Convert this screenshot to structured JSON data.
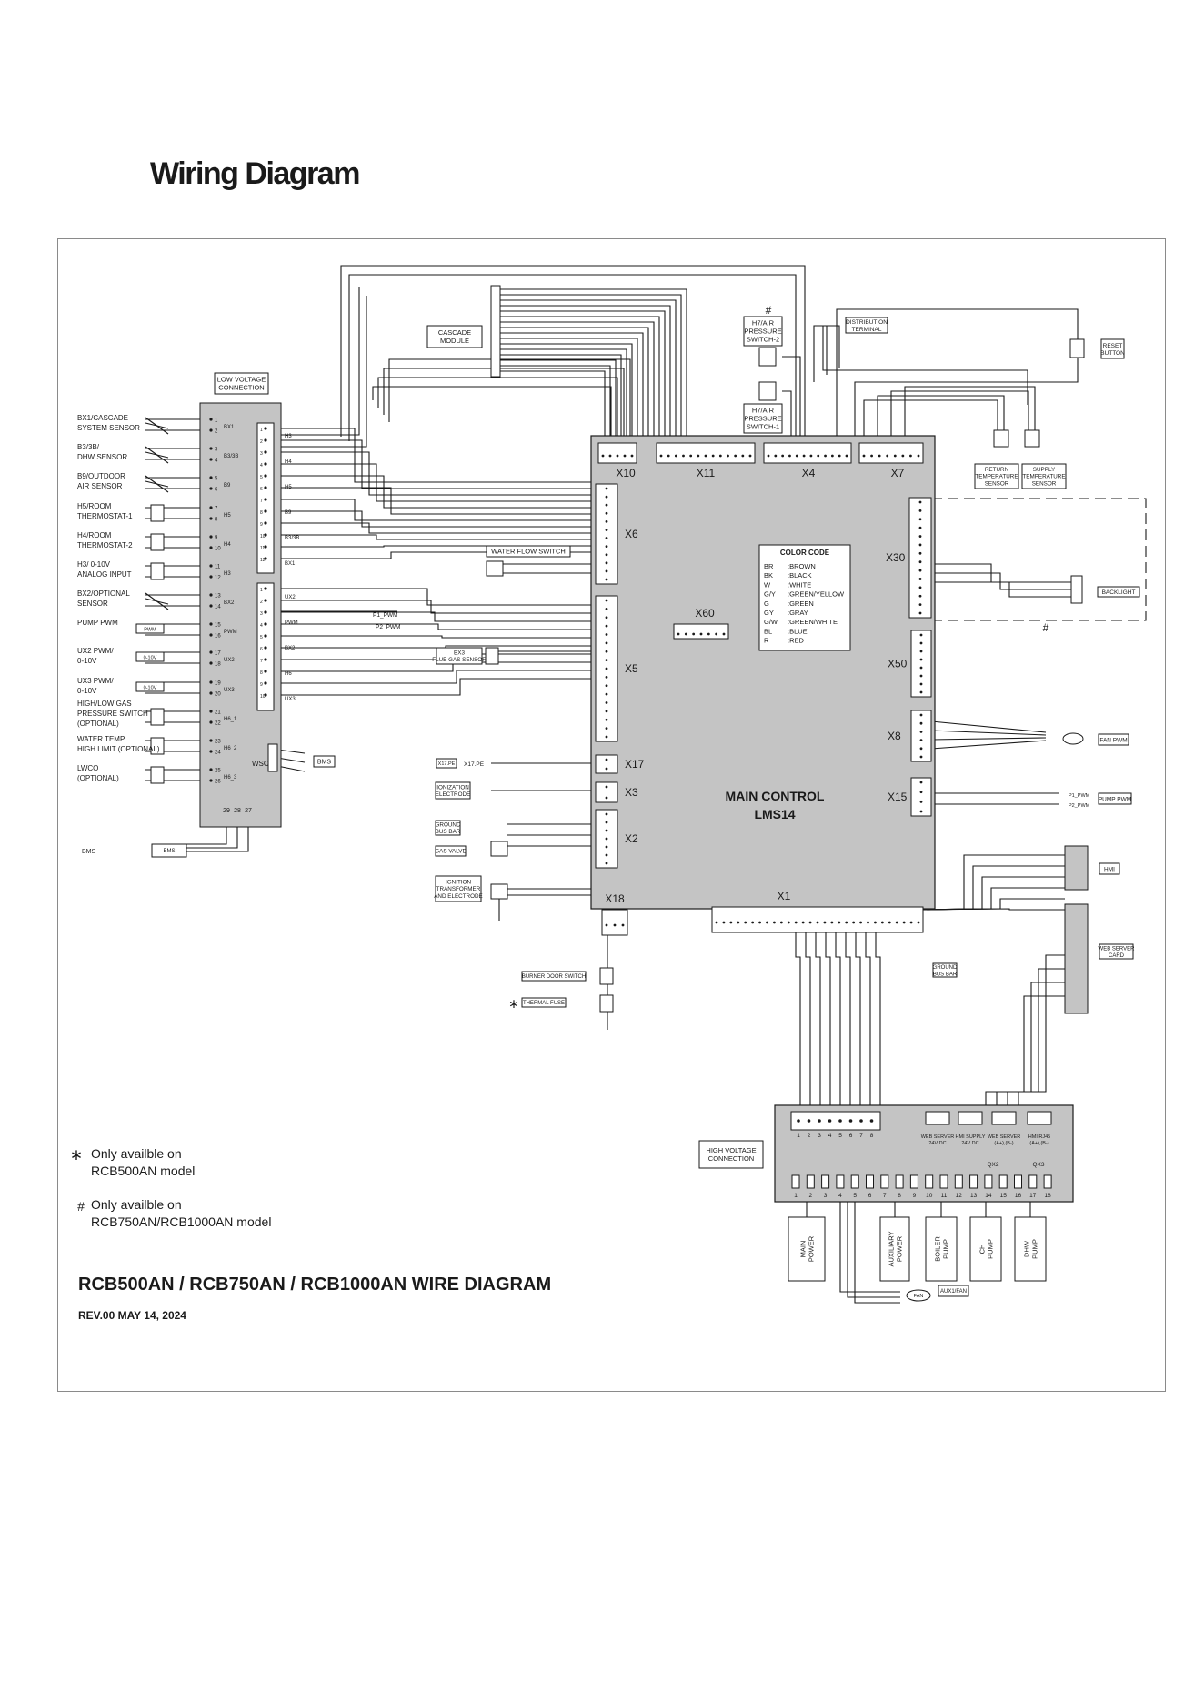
{
  "page": {
    "title": "Wiring Diagram"
  },
  "low_voltage": {
    "header": [
      "LOW VOLTAGE",
      "CONNECTION"
    ],
    "sensors": [
      [
        "BX1/CASCADE",
        "SYSTEM SENSOR"
      ],
      [
        "B3/3B/",
        "DHW SENSOR"
      ],
      [
        "B9/OUTDOOR",
        "AIR SENSOR"
      ],
      [
        "H5/ROOM",
        "THERMOSTAT-1"
      ],
      [
        "H4/ROOM",
        "THERMOSTAT-2"
      ],
      [
        "H3/ 0-10V",
        "ANALOG INPUT"
      ],
      [
        "BX2/OPTIONAL",
        "SENSOR"
      ],
      [
        "PUMP PWM"
      ],
      [
        "UX2 PWM/",
        "0-10V"
      ],
      [
        "UX3 PWM/",
        "0-10V"
      ],
      [
        "HIGH/LOW GAS",
        "PRESSURE SWITCH",
        "(OPTIONAL)"
      ],
      [
        "WATER TEMP",
        "HIGH LIMIT (OPTIONAL)"
      ],
      [
        "LWCO",
        "(OPTIONAL)"
      ]
    ],
    "term_labels": [
      "BX1",
      "B3/3B",
      "B9",
      "H5",
      "H4",
      "H3",
      "BX2",
      "PWM",
      "UX2",
      "UX3",
      "H6_1",
      "H6_2",
      "H6_3"
    ],
    "inline_boxes": [
      "PWM",
      "0-10V",
      "0-10V"
    ],
    "wsc": "WSC",
    "bms_box": "BMS",
    "bms_bottom": "BMS",
    "bottom_nums": [
      "29",
      "28",
      "27"
    ]
  },
  "connector_blocks": {
    "block1": [
      "H3",
      "H4",
      "H5",
      "B9",
      "B3/3B",
      "BX1"
    ],
    "block2": [
      "UX2",
      "PWM",
      "BX2",
      "H6",
      "UX3"
    ]
  },
  "components": {
    "cascade": [
      "CASCADE",
      "MODULE"
    ],
    "h7_2": [
      "H7/AIR",
      "PRESSURE",
      "SWITCH-2"
    ],
    "h7_1": [
      "H7/AIR",
      "PRESSURE",
      "SWITCH-1"
    ],
    "distribution": [
      "DISTRIBUTION",
      "TERMINAL"
    ],
    "reset": [
      "RESET",
      "BUTTON"
    ],
    "return_sensor": [
      "RETURN",
      "TEMPERATURE",
      "SENSOR"
    ],
    "supply_sensor": [
      "SUPPLY",
      "TEMPERATURE",
      "SENSOR"
    ],
    "water_flow": "WATER FLOW SWITCH",
    "flue_gas": [
      "BX3",
      "FLUE GAS SENSOR"
    ],
    "p1_pwm": "P1_PWM",
    "p2_pwm": "P2_PWM",
    "x17_pe_box": "X17.PE",
    "x17_pe_label": "X17.PE",
    "ionization": [
      "IONIZATION",
      "ELECTRODE"
    ],
    "ground_bus": [
      "GROUND",
      "BUS BAR"
    ],
    "gas_valve": "GAS VALVE",
    "ignition": [
      "IGNITION",
      "TRANSFORMER",
      "AND ELECTRODE"
    ],
    "burner_door": "BURNER DOOR SWITCH",
    "thermal_fuse": "THERMAL FUSE",
    "backlight": "BACKLIGHT",
    "fan_pwm": "FAN PWM",
    "pump_pwm": "PUMP PWM",
    "hmi": "HMI",
    "web_server_card": [
      "WEB SERVER",
      "CARD"
    ],
    "ground_bus_bottom": [
      "GROUND",
      "BUS BAR"
    ],
    "fan": "FAN",
    "aux_fan": "AUX1/FAN"
  },
  "main_control": {
    "title": "MAIN CONTROL",
    "model": "LMS14",
    "connectors": [
      "X10",
      "X11",
      "X4",
      "X7",
      "X6",
      "X5",
      "X17",
      "X3",
      "X2",
      "X18",
      "X1",
      "X60",
      "X30",
      "X50",
      "X8",
      "X15"
    ]
  },
  "color_code": {
    "title": "COLOR CODE",
    "entries": [
      [
        "BR",
        ":BROWN"
      ],
      [
        "BK",
        ":BLACK"
      ],
      [
        "W",
        ":WHITE"
      ],
      [
        "G/Y",
        ":GREEN/YELLOW"
      ],
      [
        "G",
        ":GREEN"
      ],
      [
        "GY",
        ":GRAY"
      ],
      [
        "G/W",
        ":GREEN/WHITE"
      ],
      [
        "BL",
        ":BLUE"
      ],
      [
        "R",
        ":RED"
      ]
    ]
  },
  "high_voltage": {
    "header": [
      "HIGH VOLTAGE",
      "CONNECTION"
    ],
    "top_labels": [
      [
        "WEB SERVER",
        "24V DC"
      ],
      [
        "HMI SUPPLY",
        "24V DC"
      ],
      [
        "WEB SERVER",
        "(A+),(B-)"
      ],
      [
        "HMI RJ45",
        "(A+),(B-)"
      ]
    ],
    "qx2": "QX2",
    "qx3": "QX3",
    "outputs": [
      "MAIN POWER",
      "AUXILIARY POWER",
      "BOILER PUMP",
      "CH PUMP",
      "DHW PUMP"
    ],
    "bottom_nums": [
      "1",
      "2",
      "3",
      "4",
      "5",
      "6",
      "7",
      "8",
      "9",
      "10",
      "11",
      "12",
      "13",
      "14",
      "15",
      "16",
      "17",
      "18"
    ],
    "top_nums": [
      "1",
      "2",
      "3",
      "4",
      "5",
      "6",
      "7",
      "8"
    ]
  },
  "notes": {
    "star_symbol": "∗",
    "star_line1": "Only availble on",
    "star_line2": "RCB500AN model",
    "hash_symbol": "#",
    "hash_line1": "Only availble on",
    "hash_line2": "RCB750AN/RCB1000AN model"
  },
  "footer": {
    "title": "RCB500AN / RCB750AN / RCB1000AN WIRE DIAGRAM",
    "rev": "REV.00 MAY 14, 2024"
  },
  "colors": {
    "board_fill": "#c4c4c4",
    "line": "#1a1a1a",
    "frame": "#8a8a8a"
  }
}
